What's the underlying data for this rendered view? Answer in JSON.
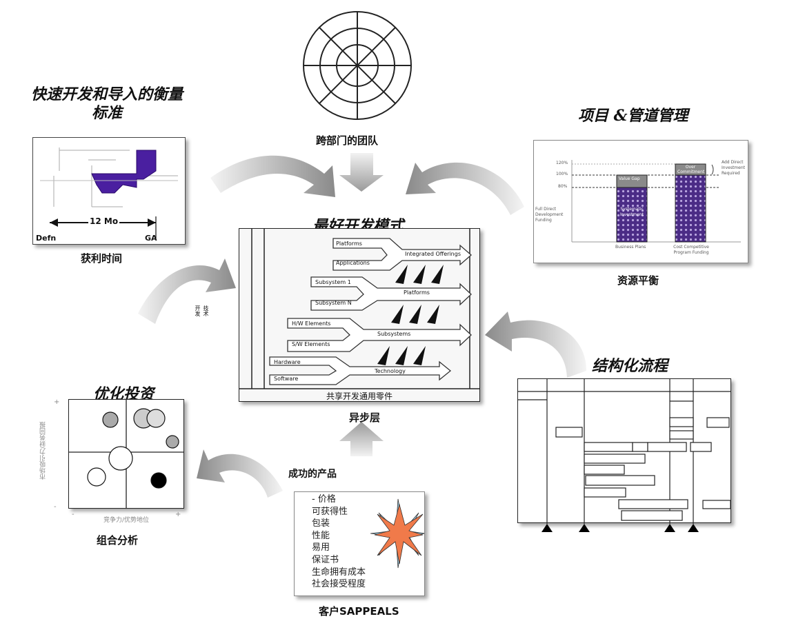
{
  "titles": {
    "time_metric": "快速开发和导入的衡量标准",
    "project_pipeline": "项目 &管道管理",
    "best_practice": "最好开发模式",
    "structured_process": "结构化流程",
    "optimize_invest": "优化投资"
  },
  "captions": {
    "cross_team": "跨部门的团队",
    "time_to_profit": "获利时间",
    "resource_balance": "资源平衡",
    "async_layer": "异步层",
    "portfolio": "组合分析",
    "success_product": "成功的产品",
    "customer": "客户SAPPEALS"
  },
  "ttp_chart": {
    "span": "12 Mo",
    "left_label": "Defn",
    "right_label": "GA"
  },
  "resource_chart": {
    "ticks": [
      "120%",
      "100%",
      "80%"
    ],
    "left_caption": "Full Direct Development Funding",
    "right_caption": "Add Direct Investment Required",
    "bar1_top": "Value Gap",
    "bar1_main": "Systematic Investment",
    "bar2_top": "Over Commitment",
    "x_labels": [
      "Business Plans",
      "Cost Competitive Program Funding"
    ]
  },
  "bbp": {
    "rows": [
      {
        "inputs": [
          "Platforms",
          "Applications"
        ],
        "output": "Integrated Offerings"
      },
      {
        "inputs": [
          "Subsystem 1",
          "Subsystem N"
        ],
        "output": "Platforms"
      },
      {
        "inputs": [
          "H/W Elements",
          "S/W Elements"
        ],
        "output": "Subsystems"
      },
      {
        "inputs": [
          "Hardware",
          "Software"
        ],
        "output": "Technology"
      }
    ],
    "footer": "共享开发通用零件",
    "side_label_a": "开发",
    "side_label_b": "技术"
  },
  "portfolio_axes": {
    "y": "市场吸引力/财务回报",
    "x": "竞争力/优势地位",
    "plus": "+",
    "minus": "-"
  },
  "sappeals": [
    "- 价格",
    "可获得性",
    "包装",
    "性能",
    "易用",
    "保证书",
    "生命拥有成本",
    "社会接受程度"
  ]
}
